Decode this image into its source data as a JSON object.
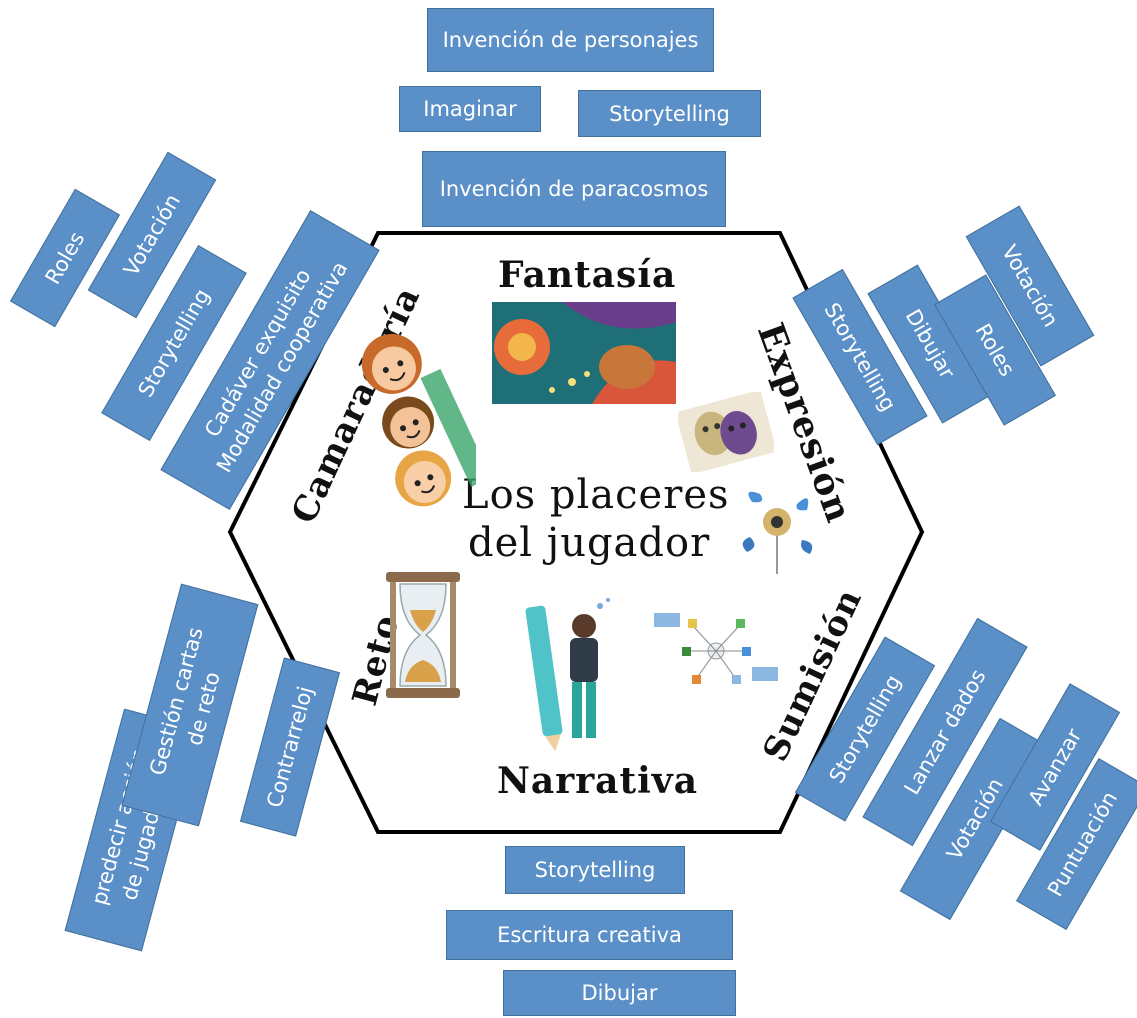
{
  "center_title": {
    "line1": "Los placeres",
    "line2": "del jugador"
  },
  "categories": {
    "fantasia": "Fantasía",
    "expresion": "Expresión",
    "sumision": "Sumisión",
    "narrativa": "Narrativa",
    "reto": "Reto",
    "camaraderia": "Camaradería"
  },
  "fantasia_tags": {
    "invencion_personajes": "Invención de personajes",
    "imaginar": "Imaginar",
    "storytelling": "Storytelling",
    "invencion_paracosmos": "Invención de paracosmos"
  },
  "camaraderia_tags": {
    "roles": "Roles",
    "votacion": "Votación",
    "storytelling": "Storytelling",
    "cadaver": "Cadáver exquisito\nModalidad cooperativa"
  },
  "expresion_tags": {
    "storytelling": "Storytelling",
    "dibujar": "Dibujar",
    "roles": "Roles",
    "votacion": "Votación"
  },
  "reto_tags": {
    "predecir": "predecir acción\nde jugadores",
    "gestion": "Gestión cartas\nde reto",
    "contrarreloj": "Contrarreloj"
  },
  "sumision_tags": {
    "storytelling": "Storytelling",
    "lanzar": "Lanzar dados",
    "votacion": "Votación",
    "avanzar": "Avanzar",
    "puntuacion": "Puntuación"
  },
  "narrativa_tags": {
    "storytelling": "Storytelling",
    "escritura": "Escritura creativa",
    "dibujar": "Dibujar"
  },
  "colors": {
    "tag_fill": "#5b8fc7",
    "tag_border": "#41719c",
    "hexagon_stroke": "#000000"
  }
}
